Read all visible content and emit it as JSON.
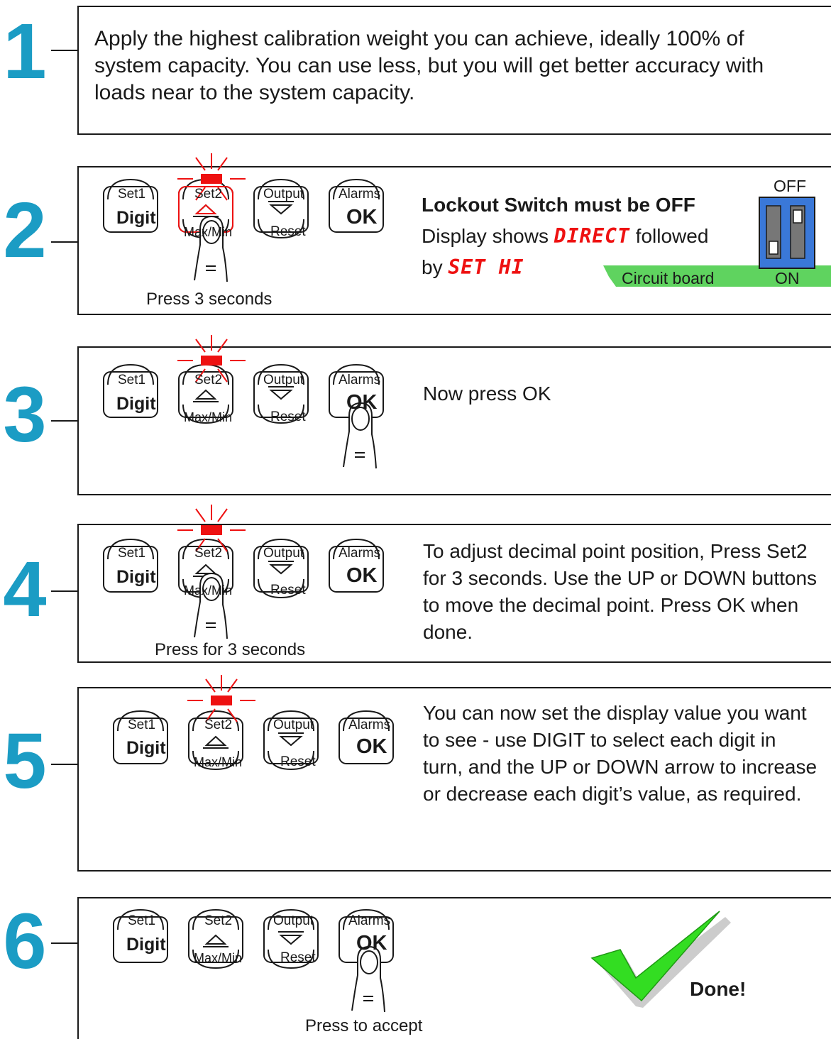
{
  "steps": [
    {
      "number": "1",
      "text": "Apply the highest  calibration weight you can achieve, ideally 100% of system capacity. You can use less, but you will get better accuracy  with loads near to the system capacity."
    },
    {
      "number": "2",
      "bold_text": "Lockout Switch must be OFF",
      "text_a": "Display shows ",
      "display_a": "DIRECT",
      "text_b": " followed",
      "text_c": "by ",
      "display_b": "SET HI",
      "caption": "Press 3 seconds",
      "switch_off_label": "OFF",
      "switch_on_label": "ON",
      "board_label": "Circuit board"
    },
    {
      "number": "3",
      "text": "Now press OK"
    },
    {
      "number": "4",
      "text": "To adjust decimal point position, Press Set2 for 3 seconds. Use  the UP or DOWN buttons to move the decimal point. Press OK when done.",
      "caption": "Press for 3 seconds"
    },
    {
      "number": "5",
      "text": "You can now set the display value you want to see - use DIGIT to select each digit in turn, and the UP or DOWN arrow to increase or decrease each digit’s value, as required."
    },
    {
      "number": "6",
      "caption": "Press to accept",
      "done": "Done!"
    }
  ],
  "keypad": {
    "set1_label": "Set1",
    "digit_label": "Digit",
    "set2_label": "Set2",
    "maxmin_label": "Max/Min",
    "output_label": "Output",
    "reset_label": "Reset",
    "alarms_label": "Alarms",
    "ok_label": "OK"
  },
  "colors": {
    "step_number": "#1b9cc4",
    "led_red": "#ee1111",
    "switch_blue": "#3a78d8",
    "board_green": "#5fd35f",
    "check_green": "#33dd22"
  },
  "icons": [
    "pressing-finger-icon",
    "flashing-led-icon",
    "dip-switch-icon",
    "checkmark-icon",
    "up-triangle-icon",
    "down-triangle-icon"
  ]
}
